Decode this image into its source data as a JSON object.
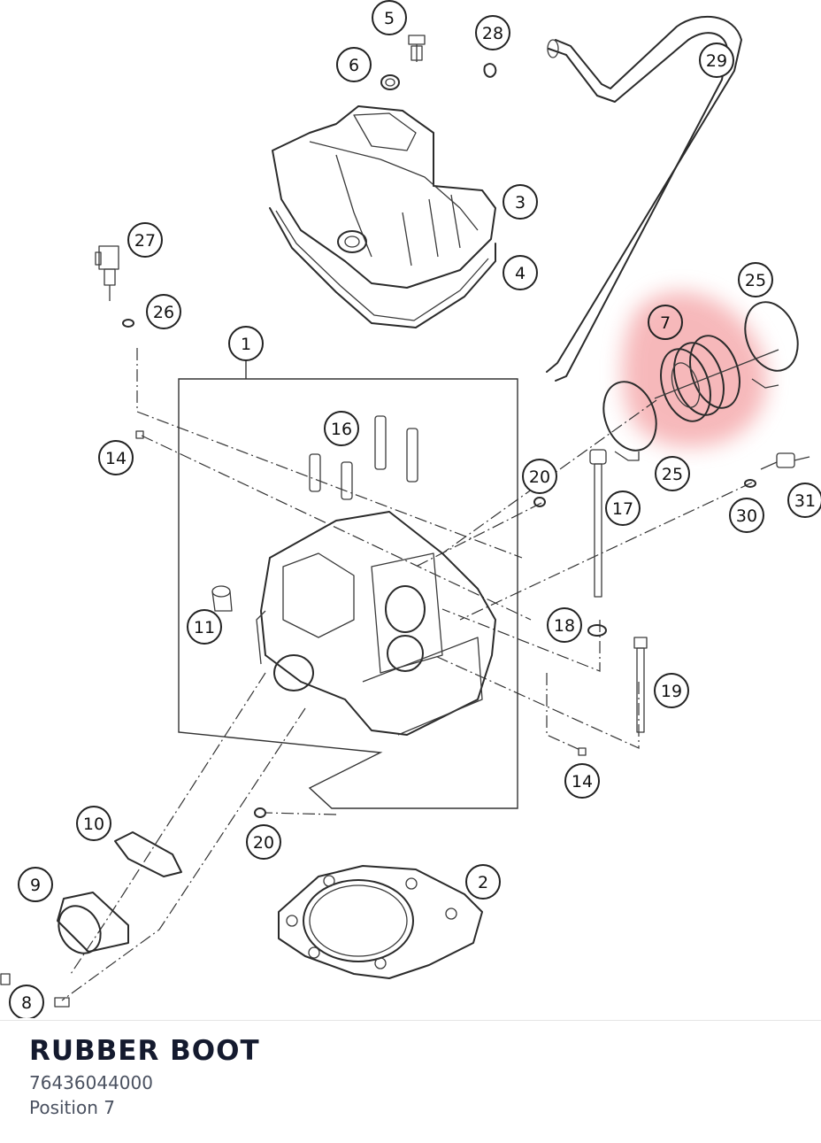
{
  "diagram": {
    "callouts": [
      "1",
      "2",
      "3",
      "4",
      "5",
      "6",
      "7",
      "8",
      "9",
      "10",
      "11",
      "14",
      "14",
      "16",
      "17",
      "18",
      "19",
      "20",
      "20",
      "25",
      "25",
      "26",
      "27",
      "28",
      "29",
      "30",
      "31"
    ],
    "highlighted_position": "7",
    "highlight_color": "#f07f82"
  },
  "selected_part": {
    "name": "RUBBER BOOT",
    "number": "76436044000",
    "position": "Position 7"
  }
}
